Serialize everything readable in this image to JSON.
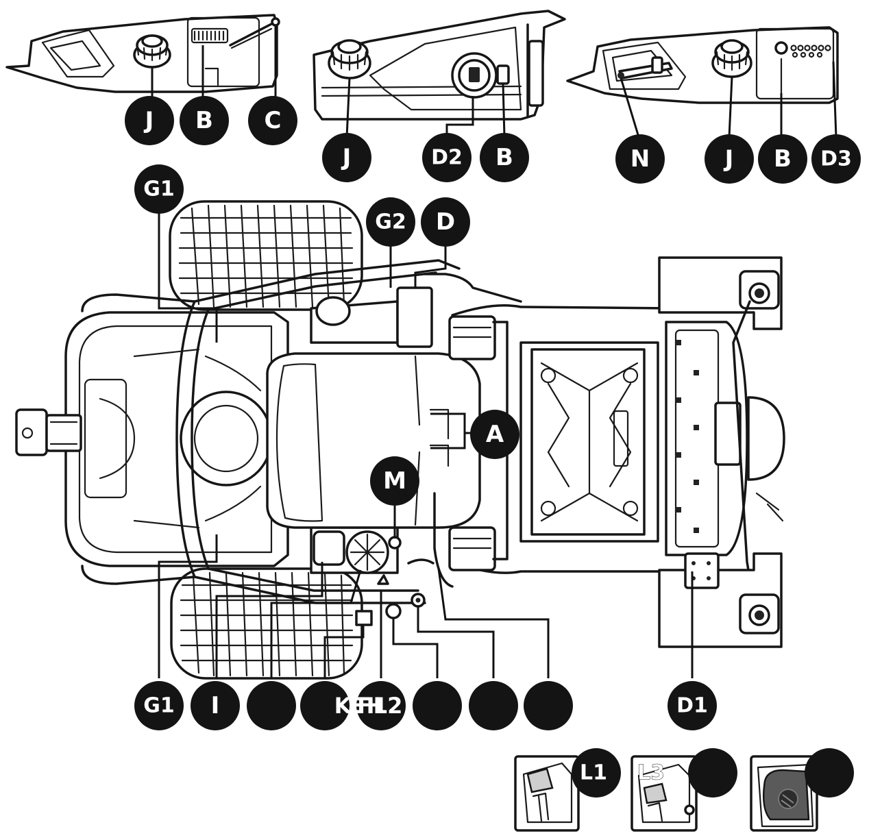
{
  "labels": {
    "J_a": "J",
    "B_a": "B",
    "C": "C",
    "J_b": "J",
    "D2": "D2",
    "B_b": "B",
    "N": "N",
    "J_c": "J",
    "B_c": "B",
    "D3": "D3",
    "G1_top": "G1",
    "G2": "G2",
    "D": "D",
    "A": "A",
    "M": "M",
    "G1_bottom": "G1",
    "I": "I",
    "K": "K",
    "E": "E",
    "F": "F",
    "H": "H",
    "L2": "L2",
    "D1": "D1",
    "L1": "L1",
    "L3": "L3"
  },
  "colors": {
    "badge": "#141414",
    "badge_text": "#ffffff",
    "line": "#161616",
    "background": "#ffffff"
  }
}
